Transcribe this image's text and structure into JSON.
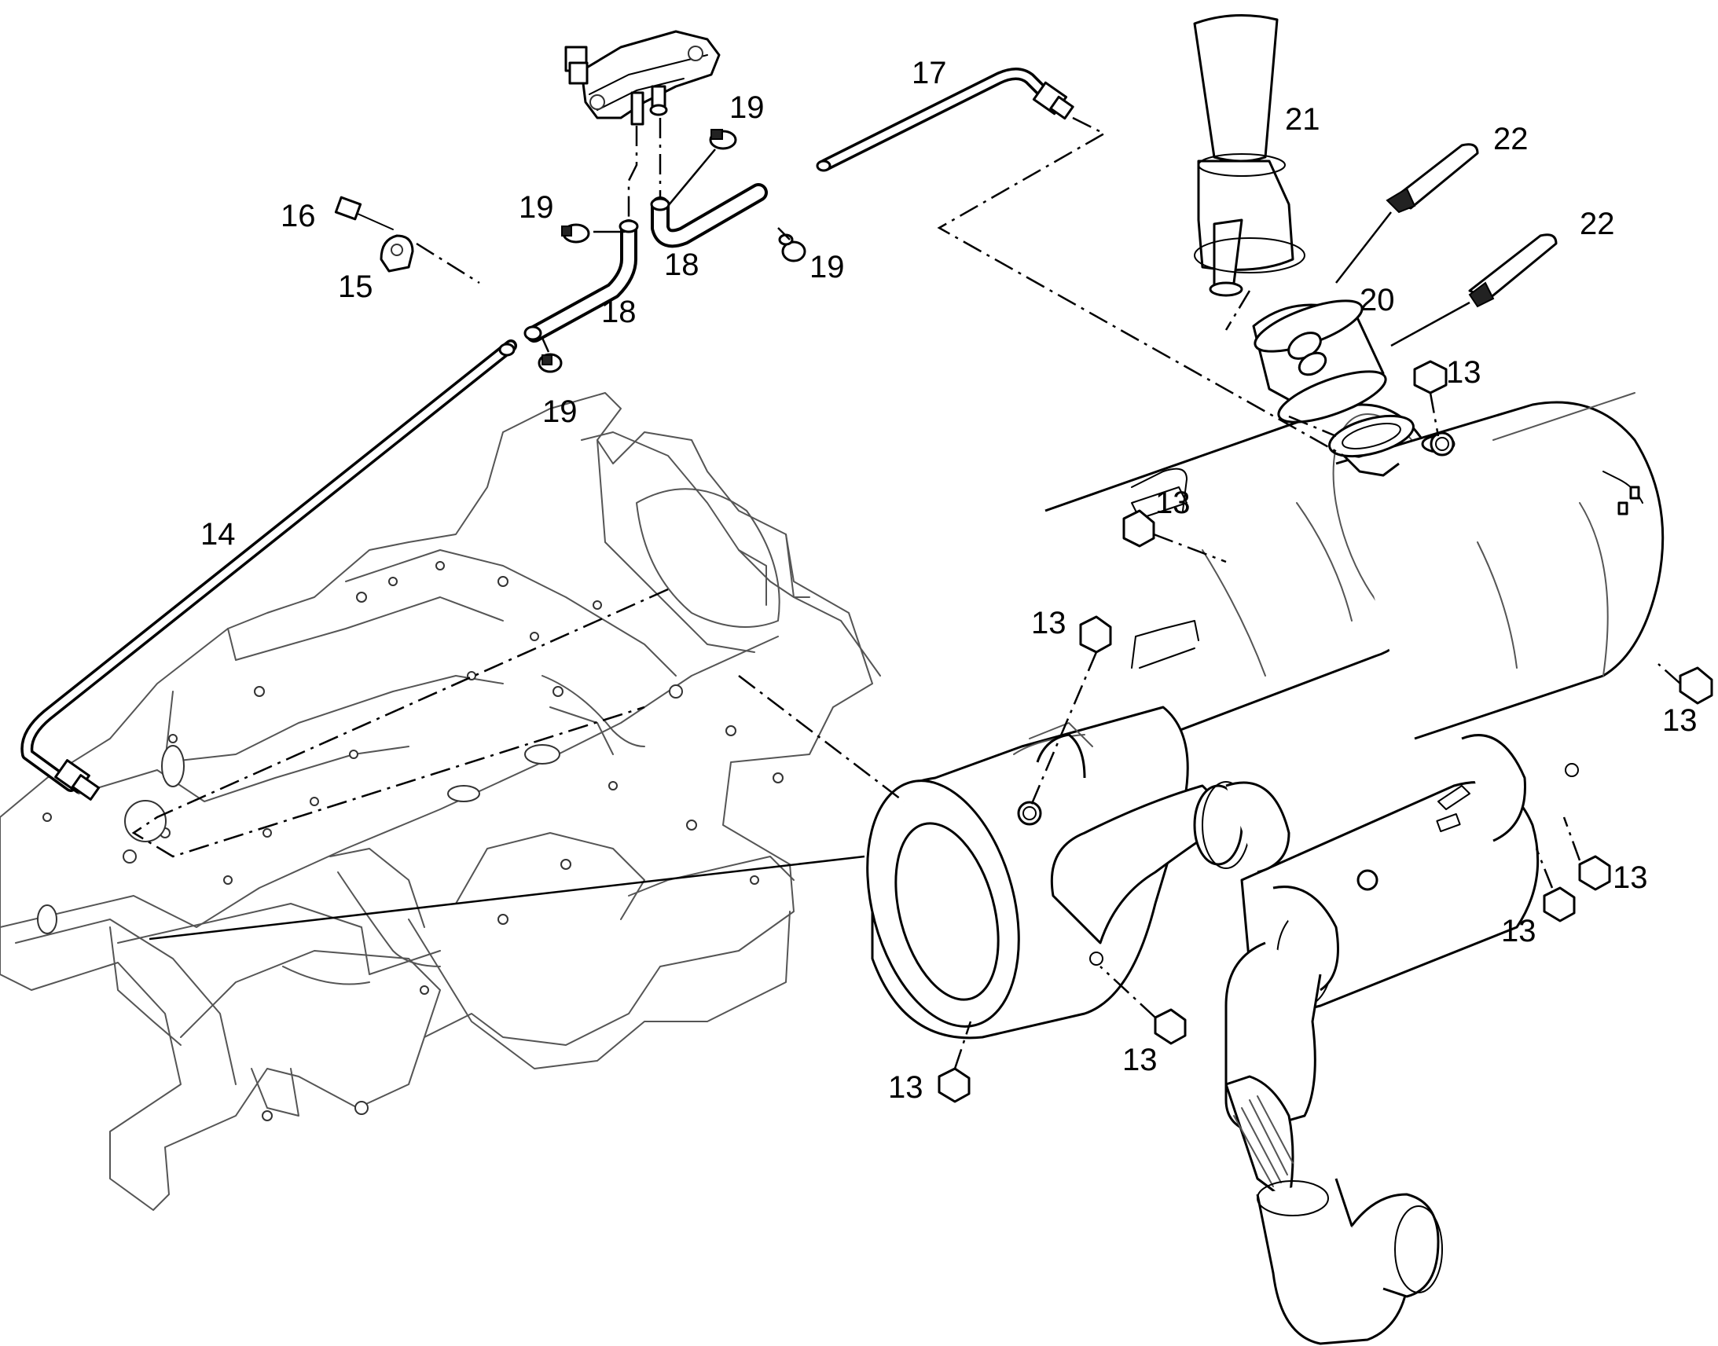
{
  "diagram": {
    "labels": {
      "13": "13",
      "14": "14",
      "15": "15",
      "16": "16",
      "17": "17",
      "18": "18",
      "19": "19",
      "20": "20",
      "21": "21",
      "22": "22"
    }
  }
}
